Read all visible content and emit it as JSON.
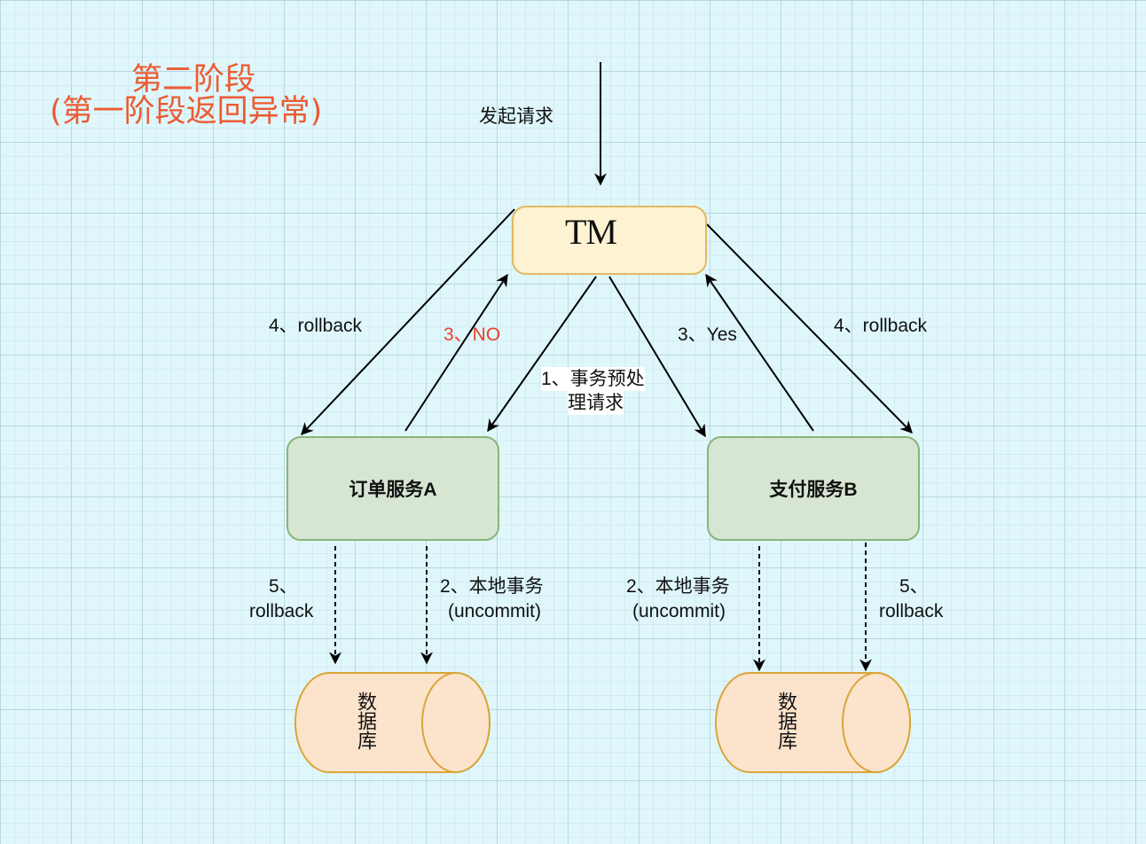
{
  "title": {
    "line1": "第二阶段",
    "line2": "(第一阶段返回异常)"
  },
  "labels": {
    "request": "发起请求",
    "rollback_left": "4、rollback",
    "no": "3、NO",
    "prepare_line1": "1、事务预处",
    "prepare_line2": "理请求",
    "yes": "3、Yes",
    "rollback_right": "4、rollback",
    "db_rollback_left_1": "5、",
    "db_rollback_left_2": "rollback",
    "local_tx_left_1": "2、本地事务",
    "local_tx_left_2": "(uncommit)",
    "local_tx_right_1": "2、本地事务",
    "local_tx_right_2": "(uncommit)",
    "db_rollback_right_1": "5、",
    "db_rollback_right_2": "rollback"
  },
  "nodes": {
    "tm": "TM",
    "service_a": "订单服务A",
    "service_b": "支付服务B",
    "db_left": "数据库",
    "db_right": "数据库"
  },
  "colors": {
    "title": "#ec5b33",
    "no_label": "#e8402a",
    "tm_fill": "#fdf3d2",
    "tm_stroke": "#e2b962",
    "service_fill": "#d6e6d2",
    "service_stroke": "#86b57a",
    "db_fill": "#fce3cc",
    "db_stroke": "#d9a53a"
  }
}
